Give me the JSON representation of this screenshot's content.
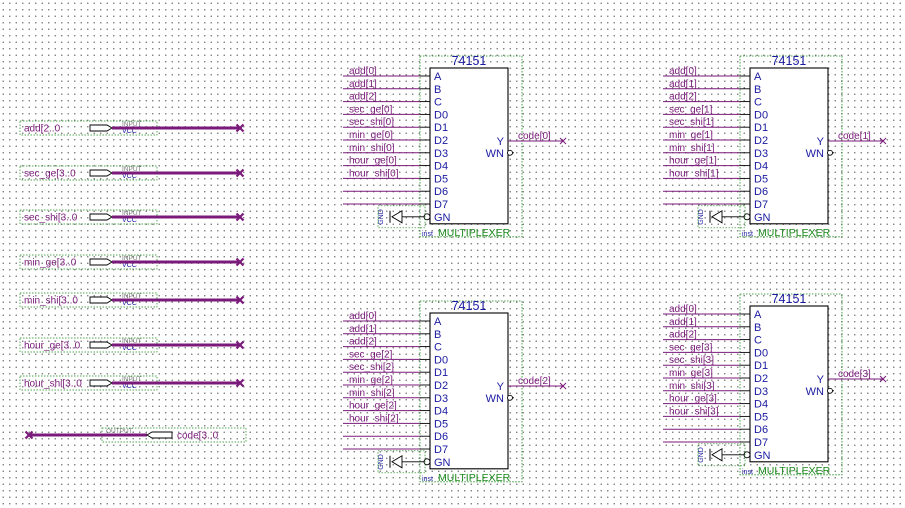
{
  "inputs": [
    {
      "label": "add[2..0",
      "kind": "INPUT",
      "vcc": "VCC"
    },
    {
      "label": "sec_ge[3..0",
      "kind": "INPUT",
      "vcc": "VCC"
    },
    {
      "label": "sec_shi[3..0",
      "kind": "INPUT",
      "vcc": "VCC"
    },
    {
      "label": "min_ge[3..0",
      "kind": "INPUT",
      "vcc": "VCC"
    },
    {
      "label": "min_shi[3..0",
      "kind": "INPUT",
      "vcc": "VCC"
    },
    {
      "label": "hour_ge[3..0",
      "kind": "INPUT",
      "vcc": "VCC"
    },
    {
      "label": "hour_shi[3..0",
      "kind": "INPUT",
      "vcc": "VCC"
    }
  ],
  "output": {
    "label": "code[3..0",
    "kind": "OUTPUT"
  },
  "chips": [
    {
      "name": "74151",
      "footer": "MULTIPLEXER",
      "inst": "inst",
      "inputs": [
        "add[0]",
        "add[1]",
        "add[2]",
        "sec_ge[0]",
        "sec_shi[0]",
        "min_ge[0]",
        "min_shi[0]",
        "hour_ge[0]",
        "hour_shi[0]"
      ],
      "output": "code[0]"
    },
    {
      "name": "74151",
      "footer": "MULTIPLEXER",
      "inst": "inst",
      "inputs": [
        "add[0]",
        "add[1]",
        "add[2]",
        "sec_ge[1]",
        "sec_shi[1]",
        "min_ge[1]",
        "min_shi[1]",
        "hour_ge[1]",
        "hour_shi[1]"
      ],
      "output": "code[1]"
    },
    {
      "name": "74151",
      "footer": "MULTIPLEXER",
      "inst": "inst",
      "inputs": [
        "add[0]",
        "add[1]",
        "add[2]",
        "sec_ge[2]",
        "sec_shi[2]",
        "min_ge[2]",
        "min_shi[2]",
        "hour_ge[2]",
        "hour_shi[2]"
      ],
      "output": "code[2]"
    },
    {
      "name": "74151",
      "footer": "MULTIPLEXER",
      "inst": "inst",
      "inputs": [
        "add[0]",
        "add[1]",
        "add[2]",
        "sec_ge[3]",
        "sec_shi[3]",
        "min_ge[3]",
        "min_shi[3]",
        "hour_ge[3]",
        "hour_shi[3]"
      ],
      "output": "code[3]"
    }
  ],
  "pins_left": [
    "A",
    "B",
    "C",
    "D0",
    "D1",
    "D2",
    "D3",
    "D4",
    "D5",
    "D6",
    "D7",
    "GN"
  ],
  "pins_right": [
    "Y",
    "WN"
  ],
  "gnd_label": "GND",
  "colors": {
    "wire": "#7a1a7a",
    "bus": "#7a1a7a",
    "pin": "#1a1aa0",
    "frame": "#1a8a1a",
    "body": "#000000"
  }
}
